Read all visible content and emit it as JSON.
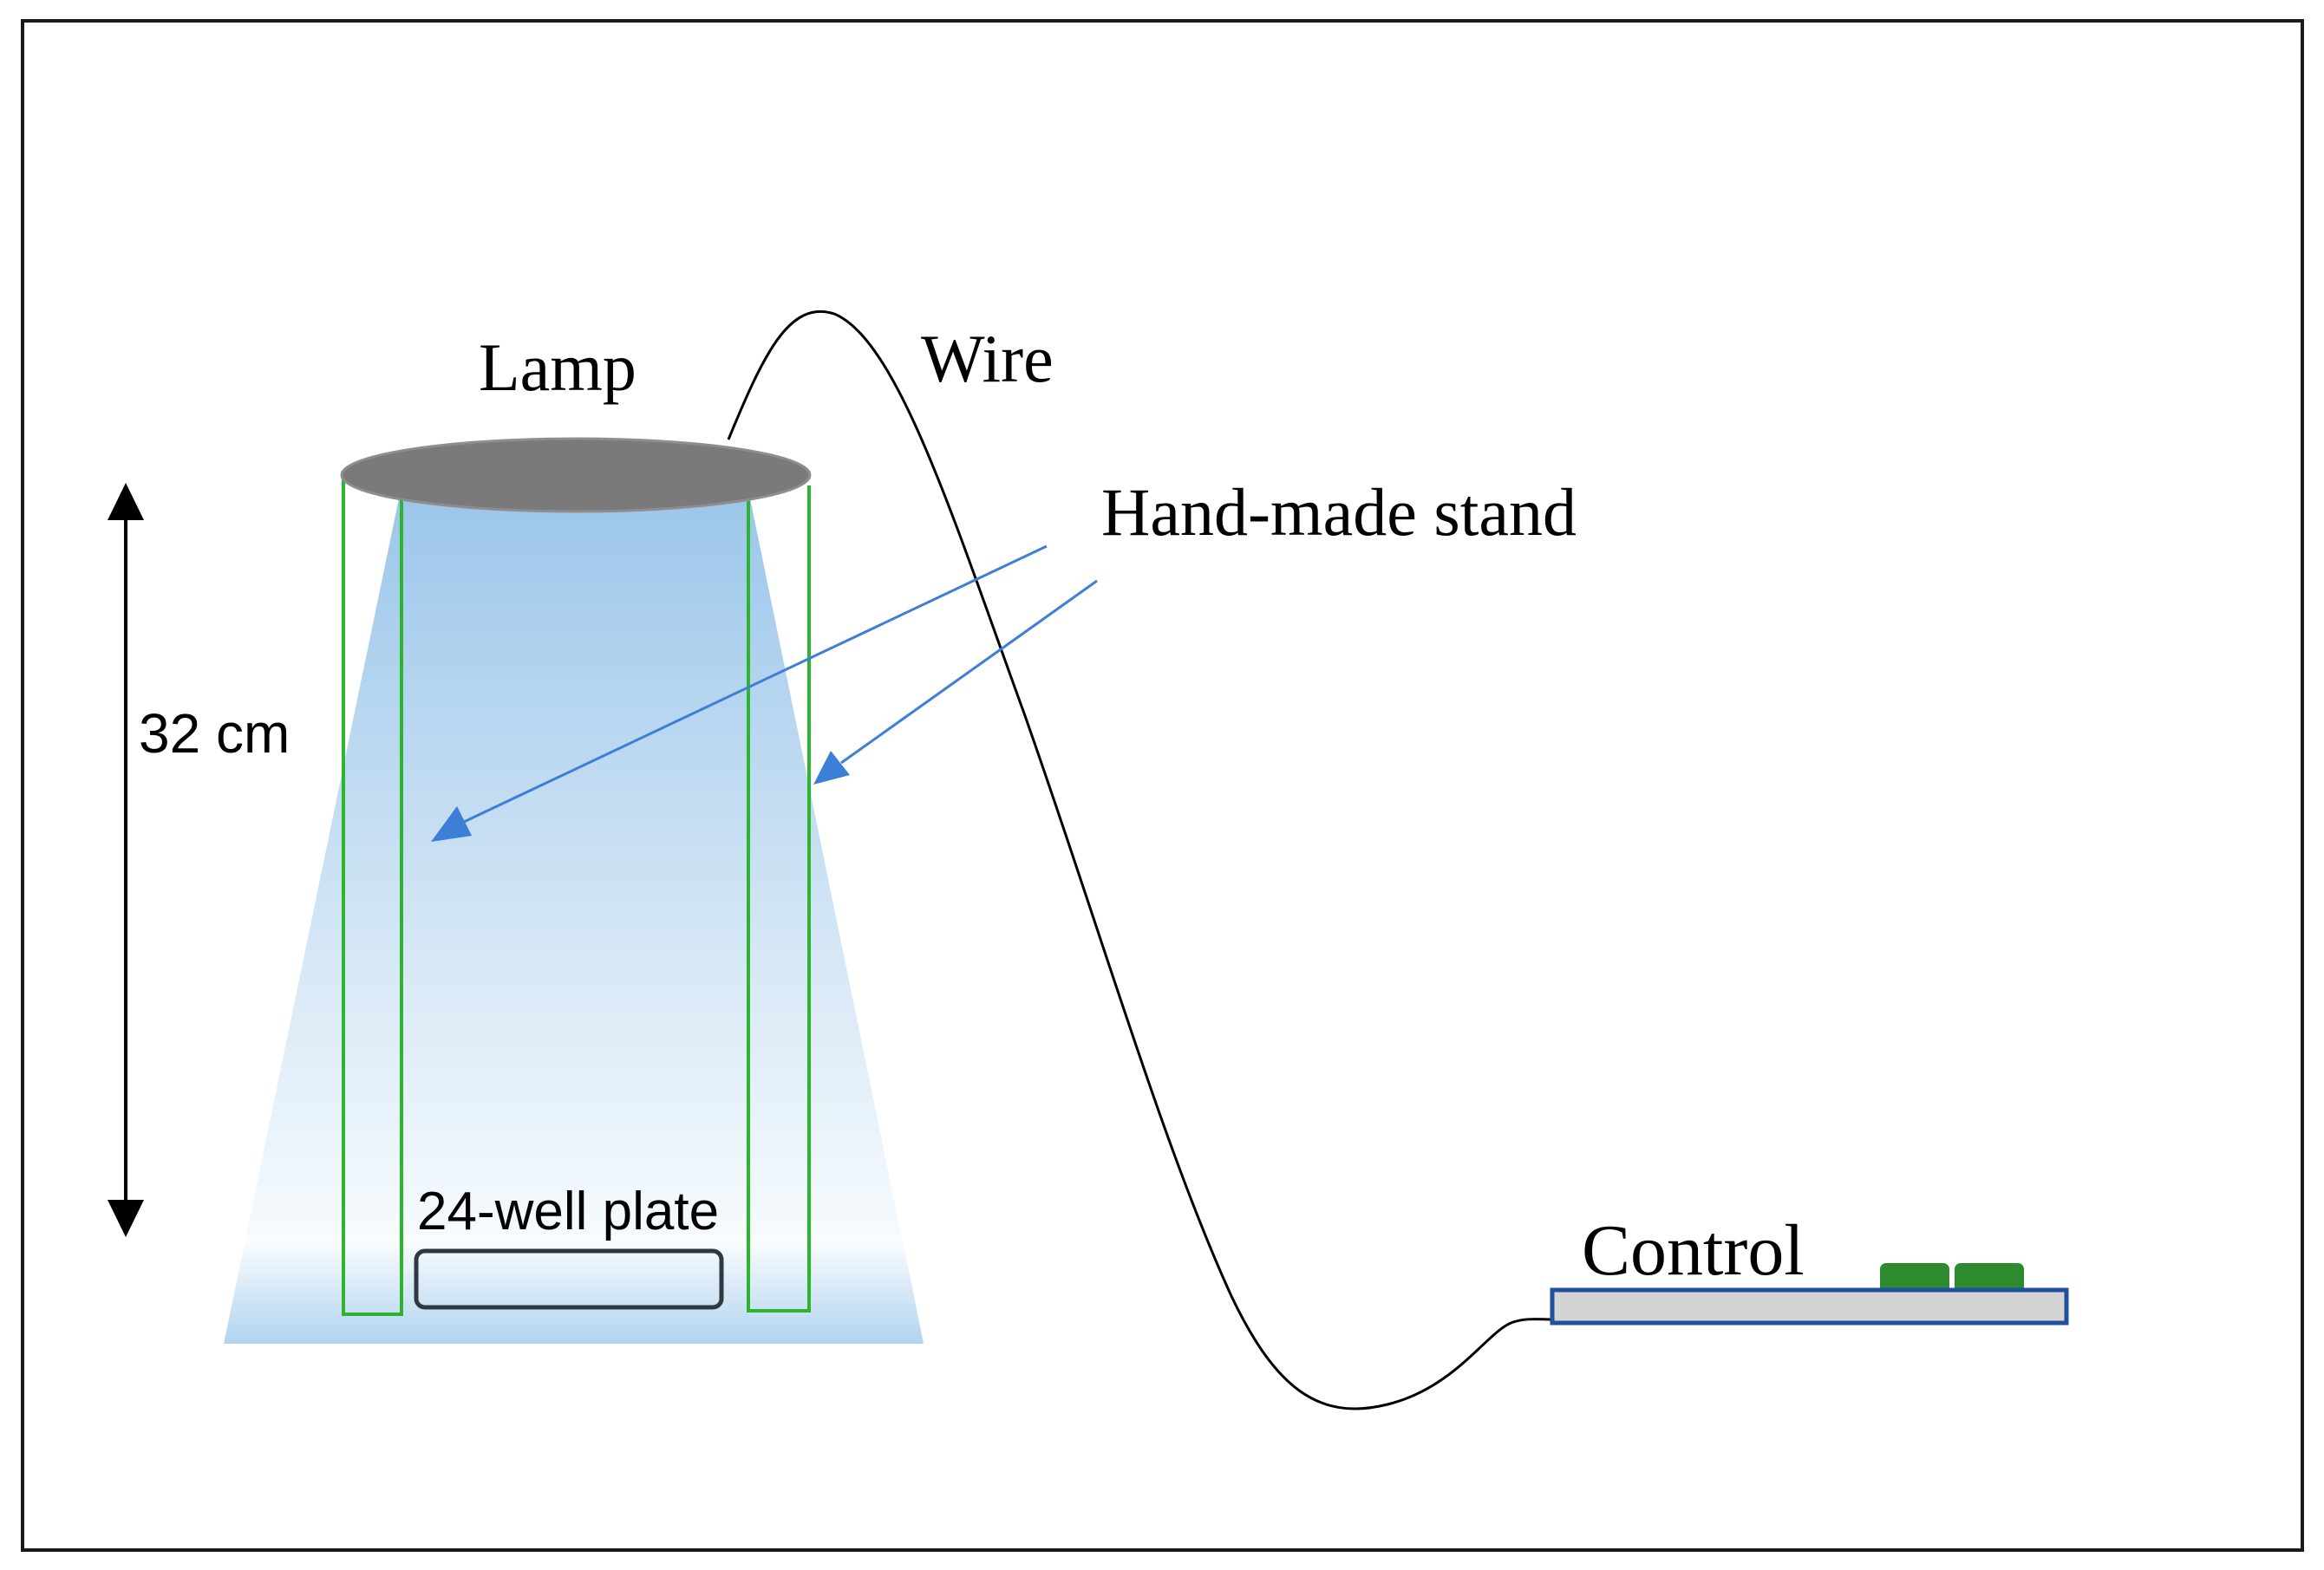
{
  "labels": {
    "lamp": "Lamp",
    "wire": "Wire",
    "stand": "Hand-made stand",
    "height": "32 cm",
    "plate": "24-well plate",
    "control": "Control"
  },
  "colors": {
    "frame": "#000000",
    "lamp_disk": "#7a7a7a",
    "light_top": "#9fc8ea",
    "light_bottom": "#ffffff",
    "stand_leg": "#2db52d",
    "pointer_arrow": "#3d7fd6",
    "wire": "#000000",
    "control_body": "#d4d4d4",
    "control_border": "#1f4f9e",
    "control_buttons": "#2e8a2e",
    "plate_outline": "#2f3a40"
  },
  "icons": {
    "lamp": "lamp-disk-icon",
    "control_buttons": "control-button-icon",
    "height_arrow": "double-arrow-icon",
    "pointer": "arrow-pointer-icon"
  }
}
